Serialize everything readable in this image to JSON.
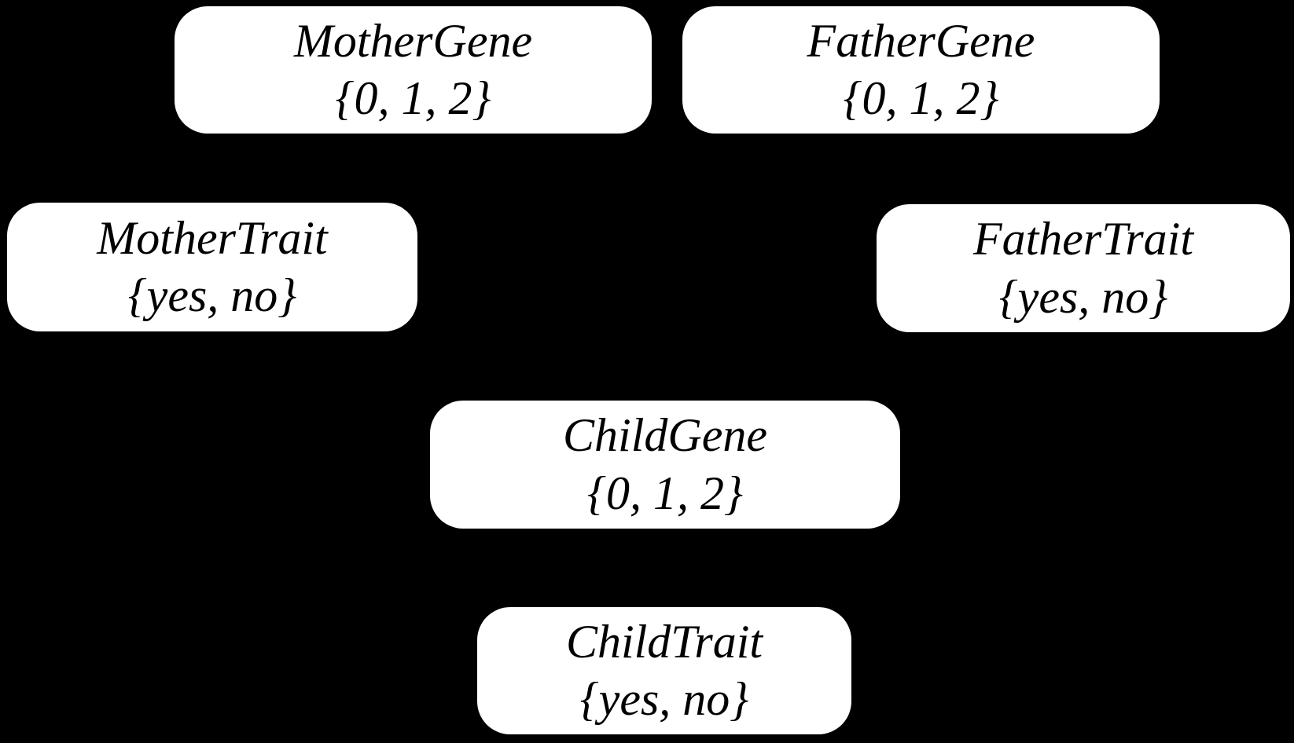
{
  "diagram": {
    "background_color": "#000000",
    "node_fill_color": "#ffffff",
    "node_text_color": "#000000",
    "nodes": [
      {
        "id": "mother-gene",
        "label": "MotherGene",
        "values": "{0, 1, 2}"
      },
      {
        "id": "father-gene",
        "label": "FatherGene",
        "values": "{0, 1, 2}"
      },
      {
        "id": "mother-trait",
        "label": "MotherTrait",
        "values": "{yes, no}"
      },
      {
        "id": "father-trait",
        "label": "FatherTrait",
        "values": "{yes, no}"
      },
      {
        "id": "child-gene",
        "label": "ChildGene",
        "values": "{0, 1, 2}"
      },
      {
        "id": "child-trait",
        "label": "ChildTrait",
        "values": "{yes, no}"
      }
    ]
  }
}
